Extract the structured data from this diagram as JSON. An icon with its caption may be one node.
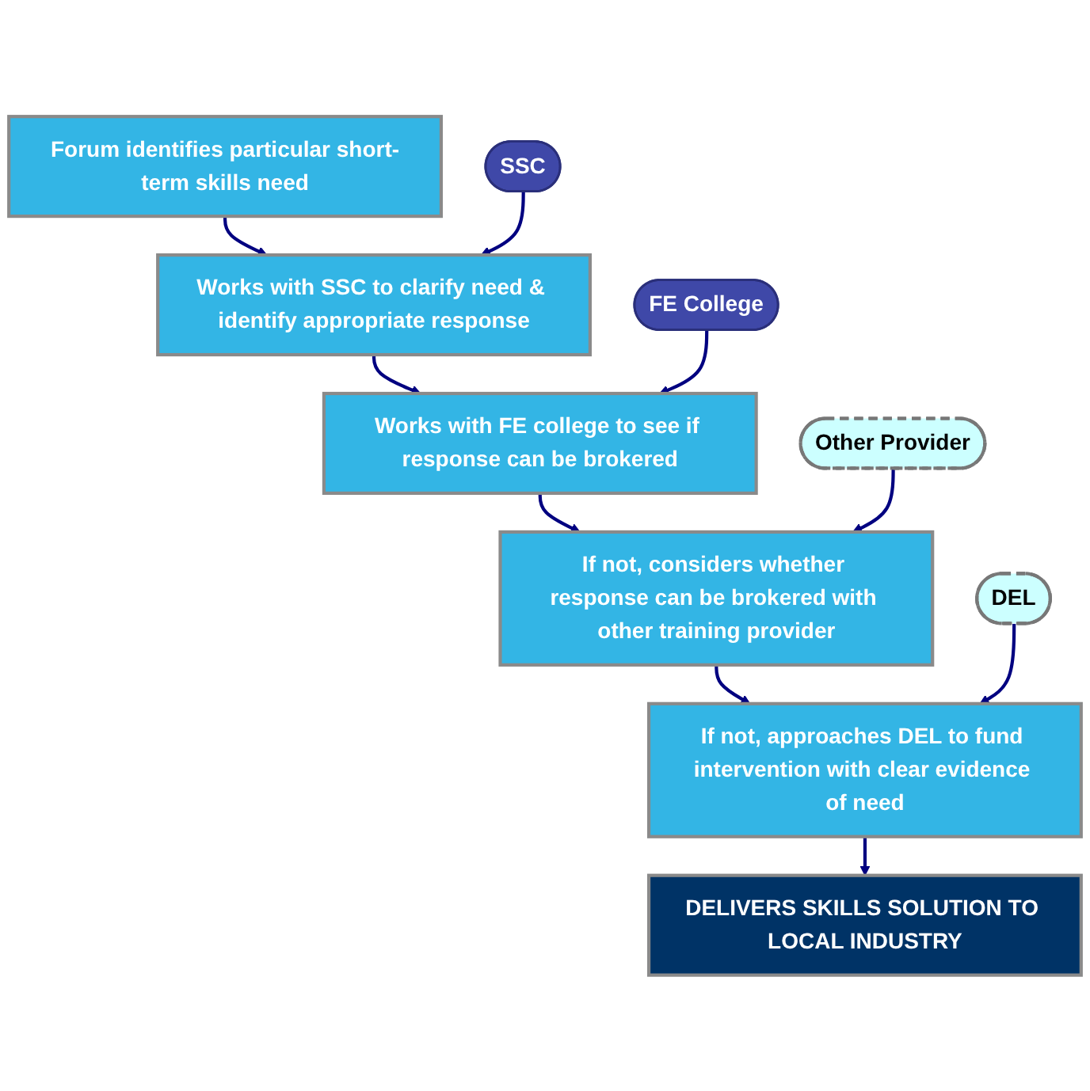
{
  "diagram": {
    "nodes": [
      {
        "text": [
          "Forum identifies particular short-term skills need"
        ]
      },
      {
        "text": [
          "SSC"
        ]
      },
      {
        "text": [
          "Works with SSC to clarify need & identify appropriate response"
        ]
      },
      {
        "text": [
          "FE College"
        ]
      },
      {
        "text": [
          "Works with FE college to see if response can be brokered"
        ]
      },
      {
        "text": [
          "Other Provider"
        ]
      },
      {
        "text": [
          "If not, considers whether response can be brokered with other training provider"
        ]
      },
      {
        "text": [
          "DEL"
        ]
      },
      {
        "text": [
          "If not, approaches DEL to fund intervention with clear evidence of need"
        ]
      },
      {
        "text": [
          "DELIVERS SKILLS SOLUTION TO LOCAL INDUSTRY"
        ]
      }
    ],
    "edges": [
      {
        "from": 0,
        "to": 2,
        "arrow": "to"
      },
      {
        "from": 1,
        "to": 2,
        "arrow": "to"
      },
      {
        "from": 2,
        "to": 4,
        "arrow": "to"
      },
      {
        "from": 3,
        "to": 4,
        "arrow": "to"
      },
      {
        "from": 4,
        "to": 6,
        "arrow": "to"
      },
      {
        "from": 5,
        "to": 6,
        "arrow": "to"
      },
      {
        "from": 6,
        "to": 8,
        "arrow": "to"
      },
      {
        "from": 7,
        "to": 8,
        "arrow": "to"
      },
      {
        "from": 8,
        "to": 9,
        "arrow": "to"
      }
    ]
  }
}
